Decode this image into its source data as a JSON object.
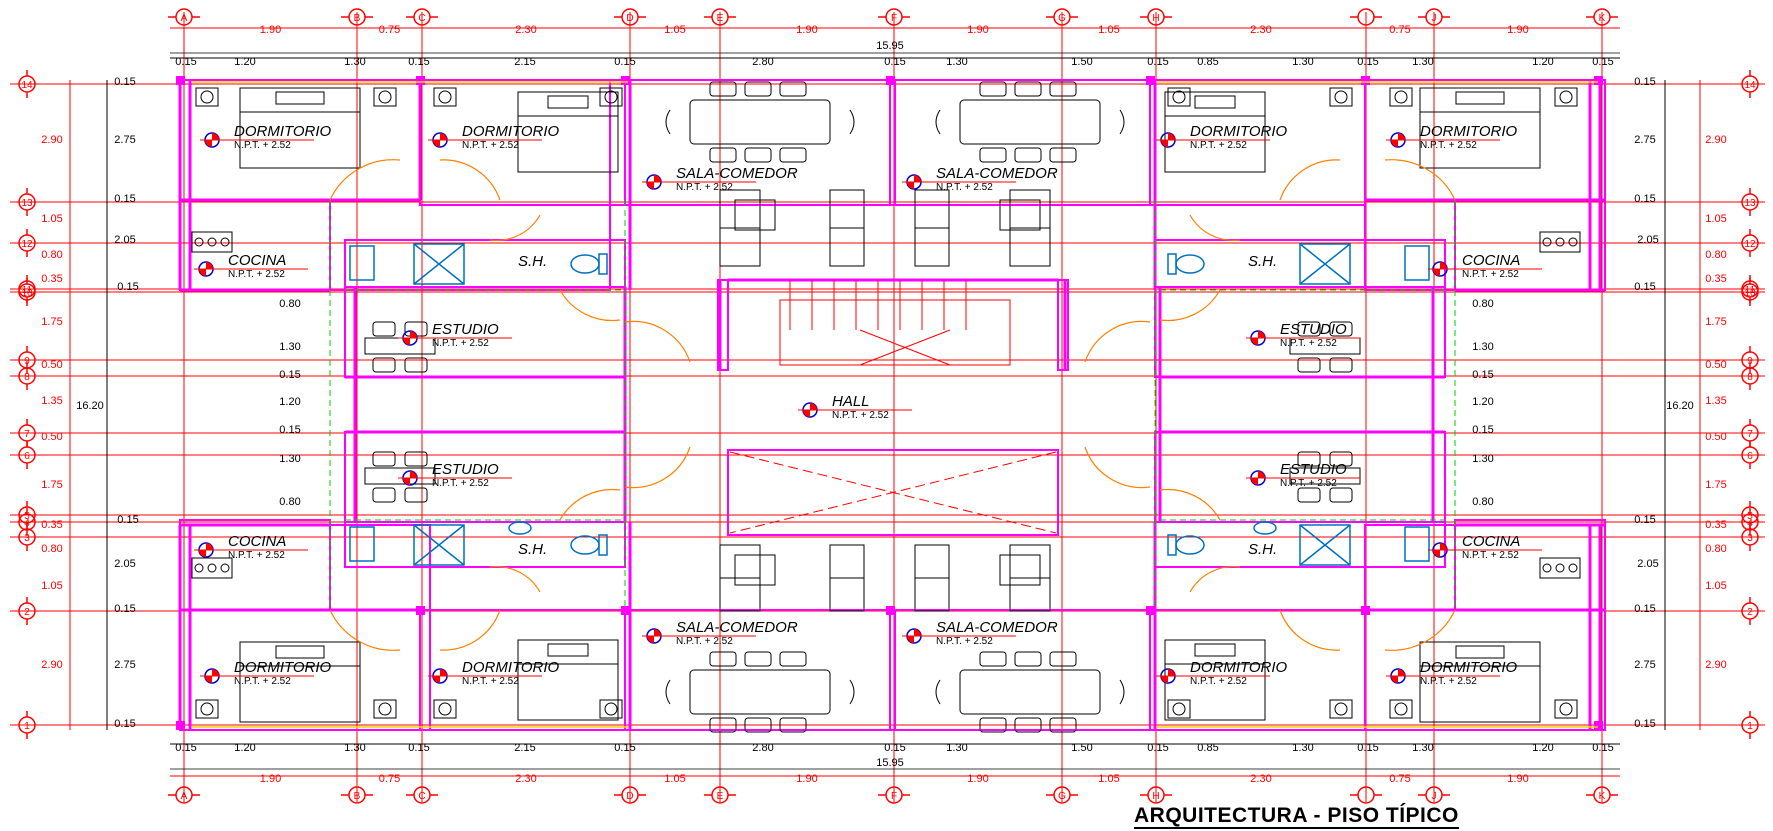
{
  "title": "ARQUITECTURA - PISO TÍPICO",
  "colors": {
    "grid": "#ff0000",
    "walls": "#ff00ff",
    "furniture": "#000000",
    "sanitary": "#0070c0",
    "doors": "#ff8000",
    "hidden": "#00cc00",
    "yellow": "#e6d800",
    "background": "#ffffff"
  },
  "axes_x": [
    "A",
    "B",
    "C",
    "D",
    "E",
    "F",
    "G",
    "H",
    "I",
    "J",
    "K"
  ],
  "axes_y": [
    "1",
    "2",
    "3",
    "4",
    "5",
    "6",
    "7",
    "8",
    "9",
    "10",
    "11",
    "12",
    "13",
    "14"
  ],
  "dims_top_outer": [
    "1.90",
    "0.75",
    "2.30",
    "1.05",
    "1.90",
    "1.90",
    "1.05",
    "2.30",
    "0.75",
    "1.90"
  ],
  "dims_top_inner": [
    "0.15",
    "1.20",
    "1.30",
    "0.15",
    "2.15",
    "0.15",
    "2.80",
    "0.15",
    "1.30",
    "1.50",
    "0.15",
    "0.85",
    "1.30",
    "0.15",
    "1.30",
    "1.20",
    "0.15"
  ],
  "total_width": "15.95",
  "total_height": "16.20",
  "dims_left_outer": [
    "2.90",
    "1.05",
    "0.80",
    "0.35",
    "1.75",
    "0.50",
    "1.35",
    "0.50",
    "1.75",
    "0.35",
    "0.80",
    "1.05",
    "2.90"
  ],
  "dims_left_inner": [
    "0.15",
    "2.75",
    "0.15",
    "2.05",
    "0.15",
    "0.80",
    "1.30",
    "0.15",
    "1.20",
    "0.15",
    "1.30",
    "0.80",
    "0.15",
    "2.05",
    "0.15",
    "2.75",
    "0.15"
  ],
  "npt": "N.P.T. + 2.52",
  "rooms": [
    {
      "name": "DORMITORIO",
      "npt": "N.P.T. + 2.52"
    },
    {
      "name": "DORMITORIO",
      "npt": "N.P.T. + 2.52"
    },
    {
      "name": "SALA-COMEDOR",
      "npt": "N.P.T. + 2.52"
    },
    {
      "name": "SALA-COMEDOR",
      "npt": "N.P.T. + 2.52"
    },
    {
      "name": "DORMITORIO",
      "npt": "N.P.T. + 2.52"
    },
    {
      "name": "DORMITORIO",
      "npt": "N.P.T. + 2.52"
    },
    {
      "name": "COCINA",
      "npt": "N.P.T. + 2.52"
    },
    {
      "name": "S.H.",
      "npt": ""
    },
    {
      "name": "S.H.",
      "npt": ""
    },
    {
      "name": "COCINA",
      "npt": "N.P.T. + 2.52"
    },
    {
      "name": "ESTUDIO",
      "npt": "N.P.T. + 2.52"
    },
    {
      "name": "ESTUDIO",
      "npt": "N.P.T. + 2.52"
    },
    {
      "name": "HALL",
      "npt": "N.P.T. + 2.52"
    },
    {
      "name": "ESTUDIO",
      "npt": "N.P.T. + 2.52"
    },
    {
      "name": "ESTUDIO",
      "npt": "N.P.T. + 2.52"
    },
    {
      "name": "COCINA",
      "npt": "N.P.T. + 2.52"
    },
    {
      "name": "S.H.",
      "npt": ""
    },
    {
      "name": "S.H.",
      "npt": ""
    },
    {
      "name": "COCINA",
      "npt": "N.P.T. + 2.52"
    },
    {
      "name": "SALA-COMEDOR",
      "npt": "N.P.T. + 2.52"
    },
    {
      "name": "SALA-COMEDOR",
      "npt": "N.P.T. + 2.52"
    },
    {
      "name": "DORMITORIO",
      "npt": "N.P.T. + 2.52"
    },
    {
      "name": "DORMITORIO",
      "npt": "N.P.T. + 2.52"
    },
    {
      "name": "DORMITORIO",
      "npt": "N.P.T. + 2.52"
    },
    {
      "name": "DORMITORIO",
      "npt": "N.P.T. + 2.52"
    }
  ]
}
